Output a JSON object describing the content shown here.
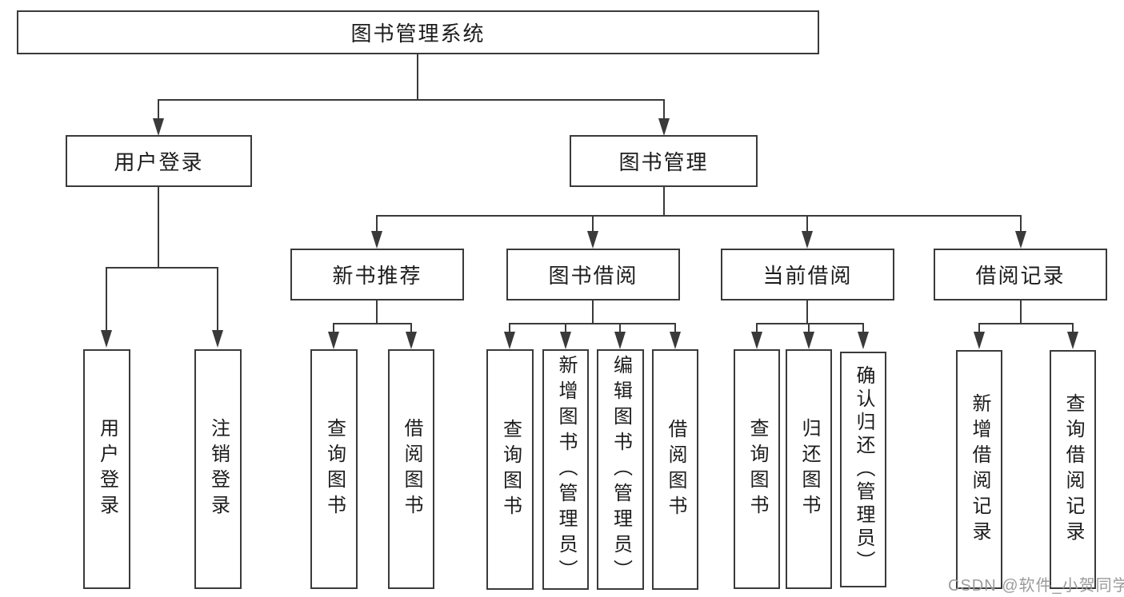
{
  "diagram": {
    "root": {
      "label": "图书管理系统"
    },
    "level2": [
      {
        "label": "用户登录"
      },
      {
        "label": "图书管理"
      }
    ],
    "level3": [
      {
        "label": "新书推荐"
      },
      {
        "label": "图书借阅"
      },
      {
        "label": "当前借阅"
      },
      {
        "label": "借阅记录"
      }
    ],
    "leaves": {
      "user": [
        "用户登录",
        "注销登录"
      ],
      "newbook": [
        "查询图书",
        "借阅图书"
      ],
      "borrow": [
        "查询图书",
        "新增图书（管理员）",
        "编辑图书（管理员）",
        "借阅图书"
      ],
      "current": [
        "查询图书",
        "归还图书",
        "确认归还（管理员）"
      ],
      "record": [
        "新增借阅记录",
        "查询借阅记录"
      ]
    }
  },
  "watermark": {
    "text": "CSDN @软件_小贺同学"
  },
  "colors": {
    "line": "#3a3a3a",
    "text": "#1c1c1c",
    "watermark": "#9b9b9b",
    "background": "#ffffff"
  }
}
